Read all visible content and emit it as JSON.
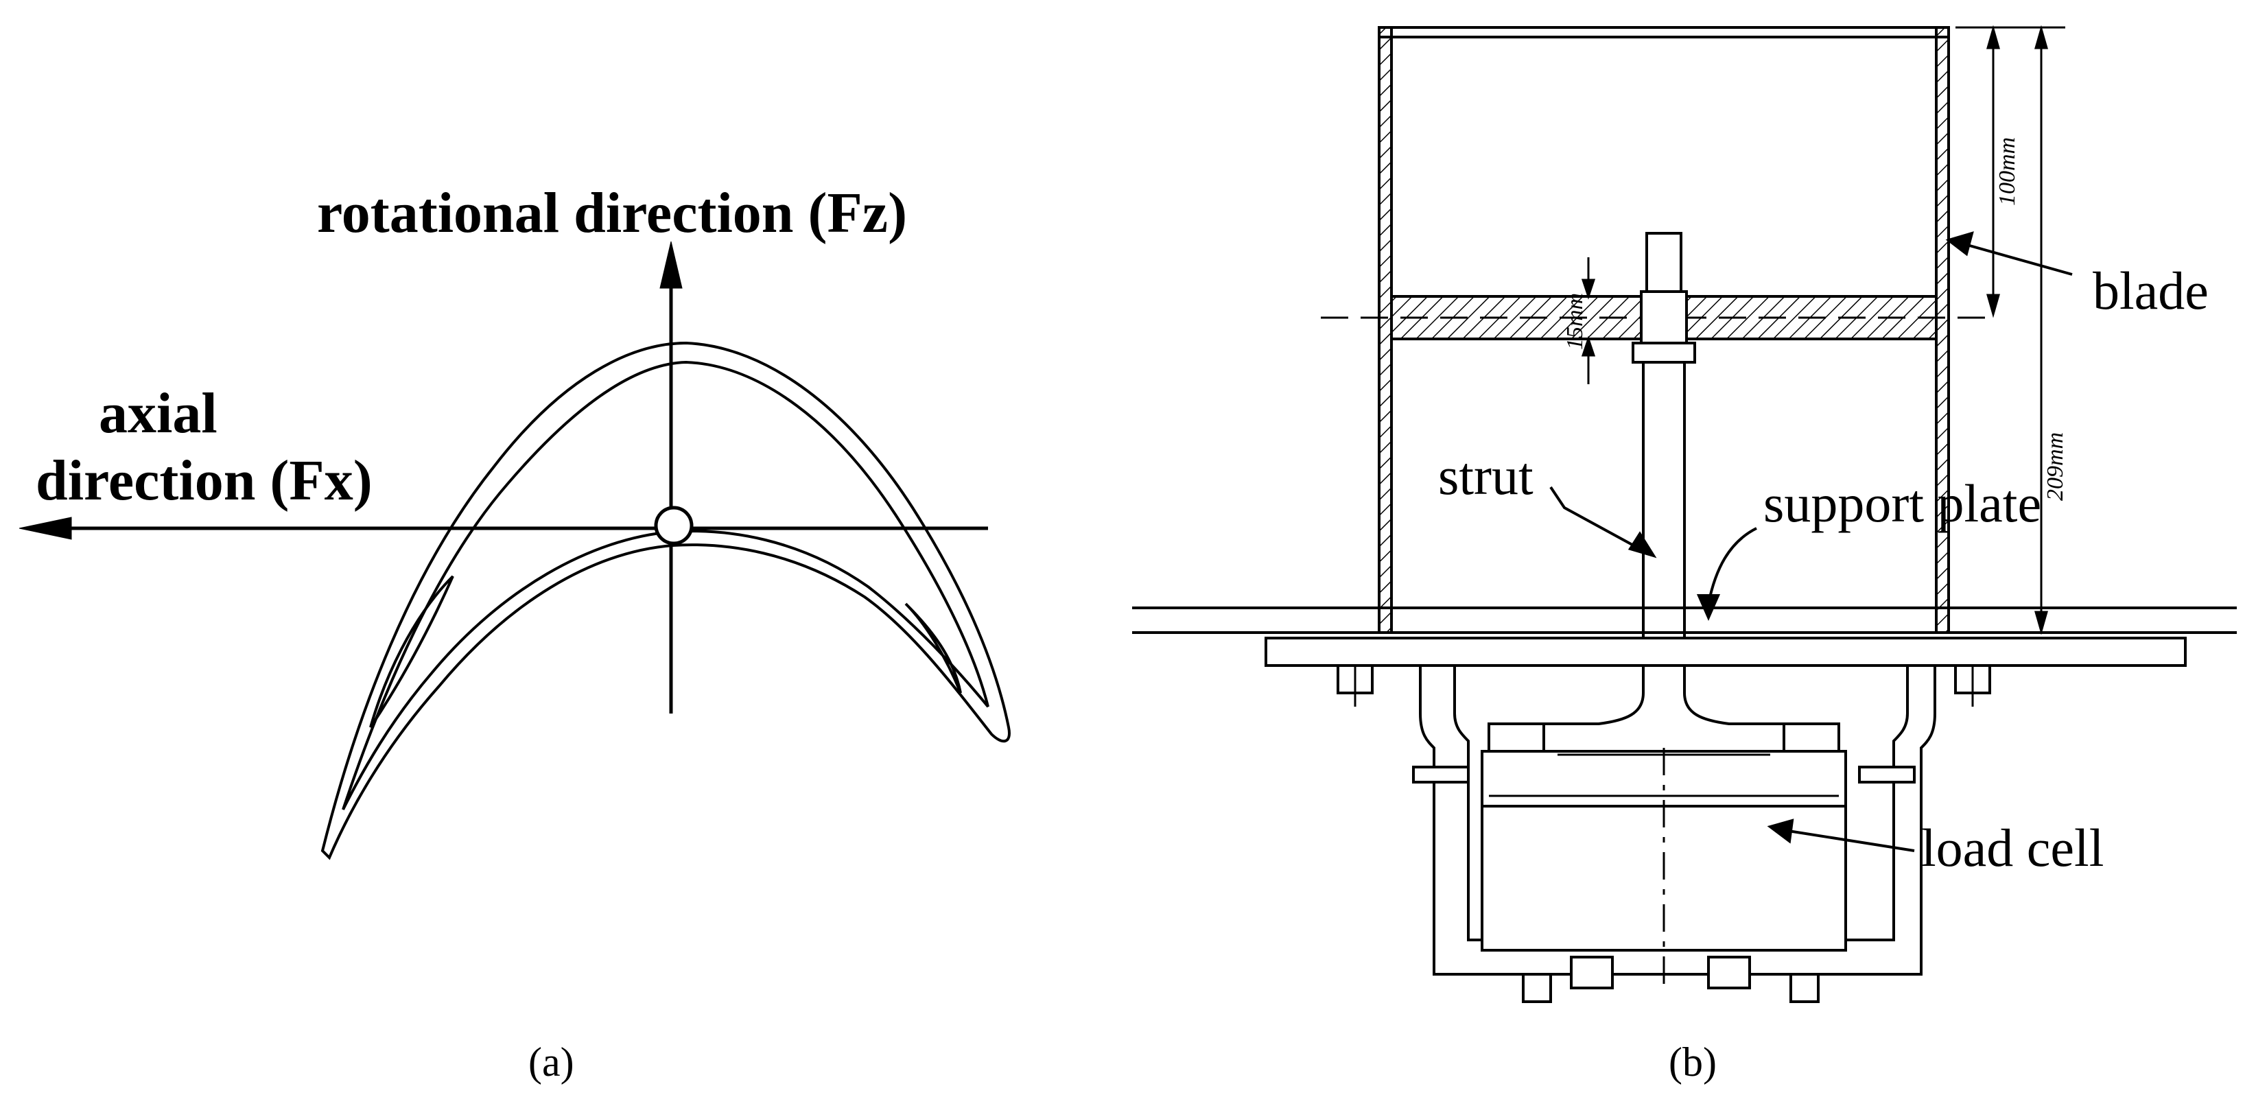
{
  "panel_a": {
    "caption": "(a)",
    "label_rotational": "rotational direction (Fz)",
    "label_axial_line1": "axial",
    "label_axial_line2": "direction (Fx)"
  },
  "panel_b": {
    "caption": "(b)",
    "label_blade": "blade",
    "label_strut": "strut",
    "label_support_plate": "support plate",
    "label_load_cell": "load cell",
    "dim_100": "100mm",
    "dim_209": "209mm",
    "dim_15": "15mm"
  }
}
